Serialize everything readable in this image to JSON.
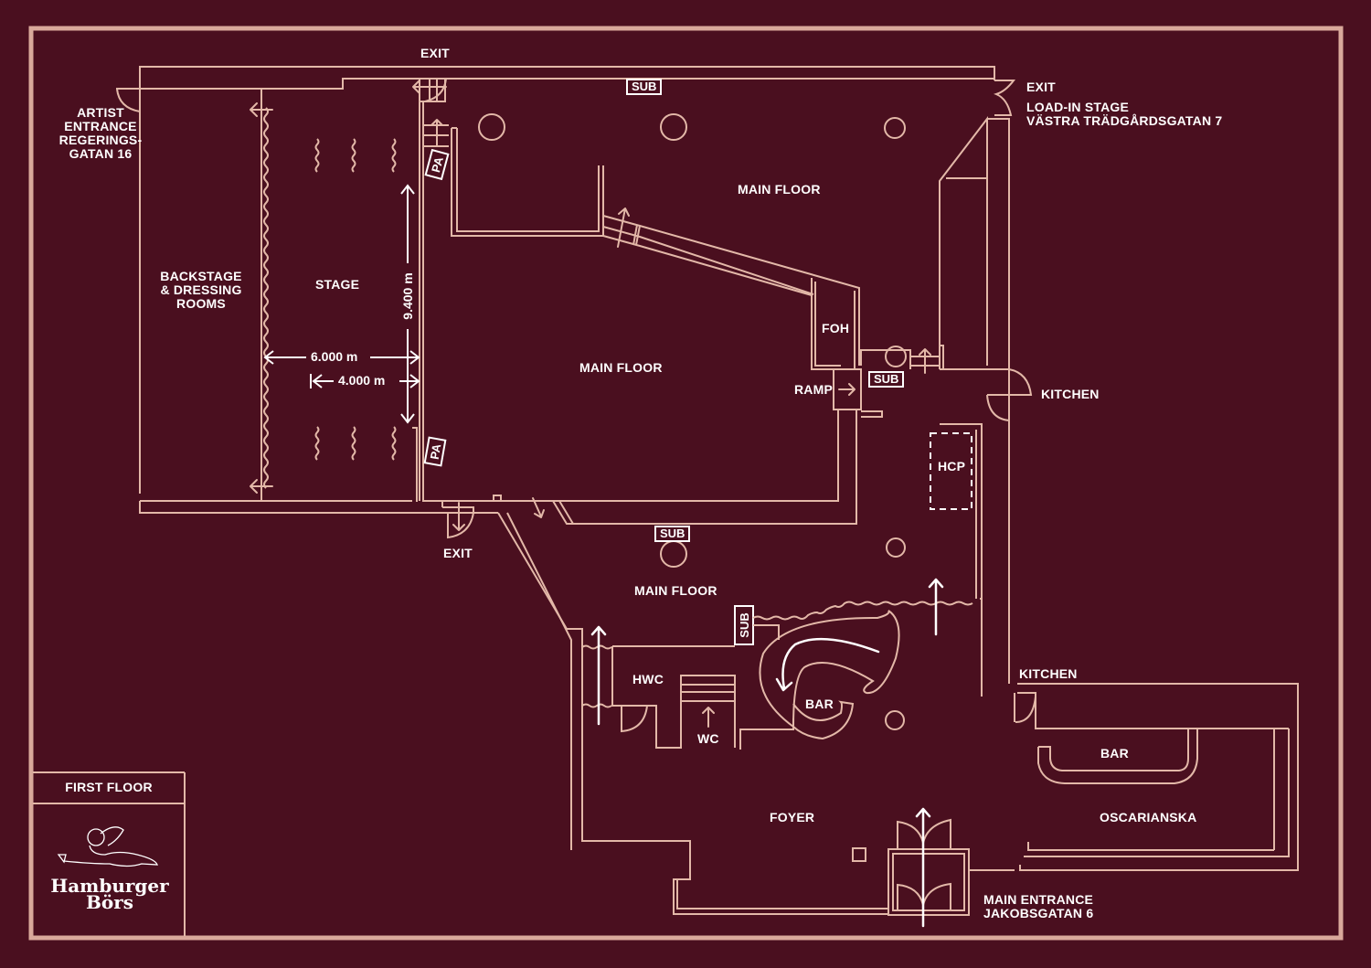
{
  "map": {
    "title": "Hamburger Börs",
    "floor_label": "FIRST FLOOR",
    "colors": {
      "background": "#4a0f1f",
      "walls": "#e3b8a8",
      "text": "#ffffff"
    },
    "labels": {
      "exit_top": "EXIT",
      "exit_right": "EXIT",
      "exit_bottom": "EXIT",
      "load_in_1": "LOAD-IN STAGE",
      "load_in_2": "VÄSTRA TRÄDGÅRDSGATAN 7",
      "artist_1": "ARTIST",
      "artist_2": "ENTRANCE",
      "artist_3": "REGERINGS-",
      "artist_4": "GATAN 16",
      "backstage_1": "BACKSTAGE",
      "backstage_2": "& DRESSING",
      "backstage_3": "ROOMS",
      "stage": "STAGE",
      "main_floor_top": "MAIN FLOOR",
      "main_floor_center": "MAIN FLOOR",
      "main_floor_bottom": "MAIN FLOOR",
      "foh": "FOH",
      "ramp": "RAMP",
      "kitchen_upper": "KITCHEN",
      "kitchen_lower": "KITCHEN",
      "hcp": "HCP",
      "hwc": "HWC",
      "wc": "WC",
      "bar_center": "BAR",
      "bar_right": "BAR",
      "oscarianska": "OSCARIANSKA",
      "foyer": "FOYER",
      "main_entrance_1": "MAIN ENTRANCE",
      "main_entrance_2": "JAKOBSGATAN 6"
    },
    "equipment": {
      "sub": "SUB",
      "pa": "PA"
    },
    "dimensions": {
      "stage_depth": "9.400 m",
      "stage_width_full": "6.000 m",
      "stage_width_inner": "4.000 m"
    },
    "logo": {
      "line1": "Hamburger",
      "line2": "Börs"
    }
  }
}
